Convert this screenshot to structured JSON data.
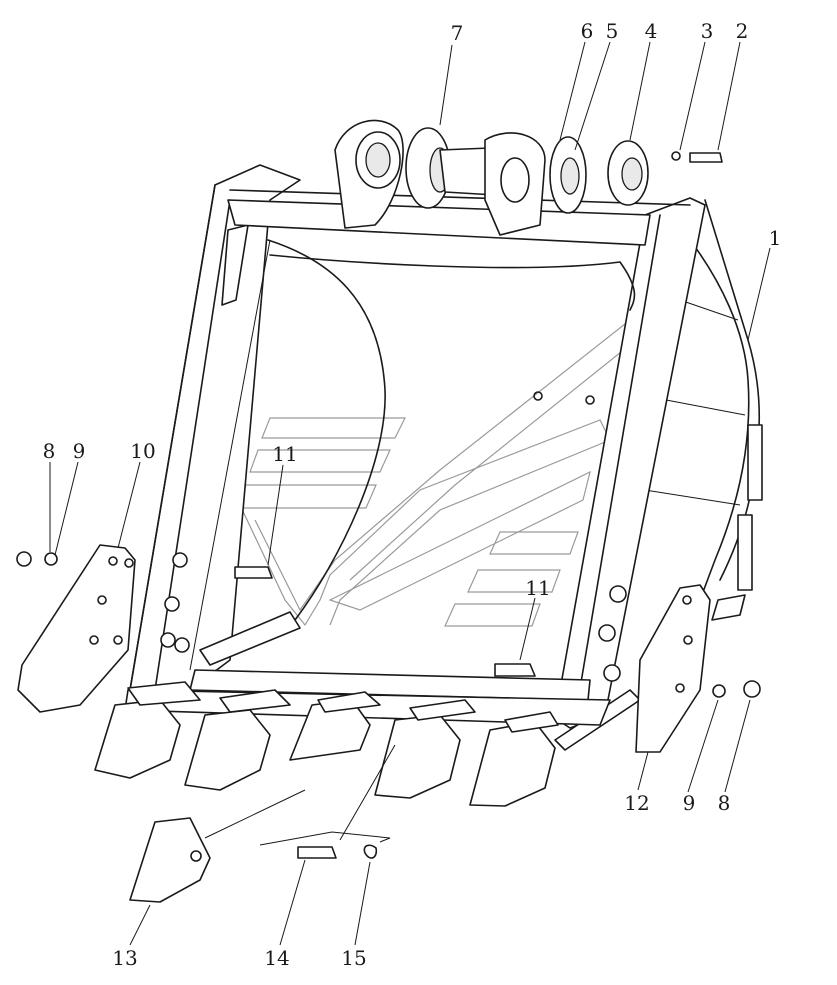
{
  "callouts": [
    {
      "id": "c1",
      "label": "1"
    },
    {
      "id": "c2",
      "label": "2"
    },
    {
      "id": "c3",
      "label": "3"
    },
    {
      "id": "c4",
      "label": "4"
    },
    {
      "id": "c5",
      "label": "5"
    },
    {
      "id": "c6",
      "label": "6"
    },
    {
      "id": "c7",
      "label": "7"
    },
    {
      "id": "c8a",
      "label": "8"
    },
    {
      "id": "c9a",
      "label": "9"
    },
    {
      "id": "c10",
      "label": "10"
    },
    {
      "id": "c11a",
      "label": "11"
    },
    {
      "id": "c11b",
      "label": "11"
    },
    {
      "id": "c12",
      "label": "12"
    },
    {
      "id": "c9b",
      "label": "9"
    },
    {
      "id": "c8b",
      "label": "8"
    },
    {
      "id": "c13",
      "label": "13"
    },
    {
      "id": "c14",
      "label": "14"
    },
    {
      "id": "c15",
      "label": "15"
    }
  ]
}
